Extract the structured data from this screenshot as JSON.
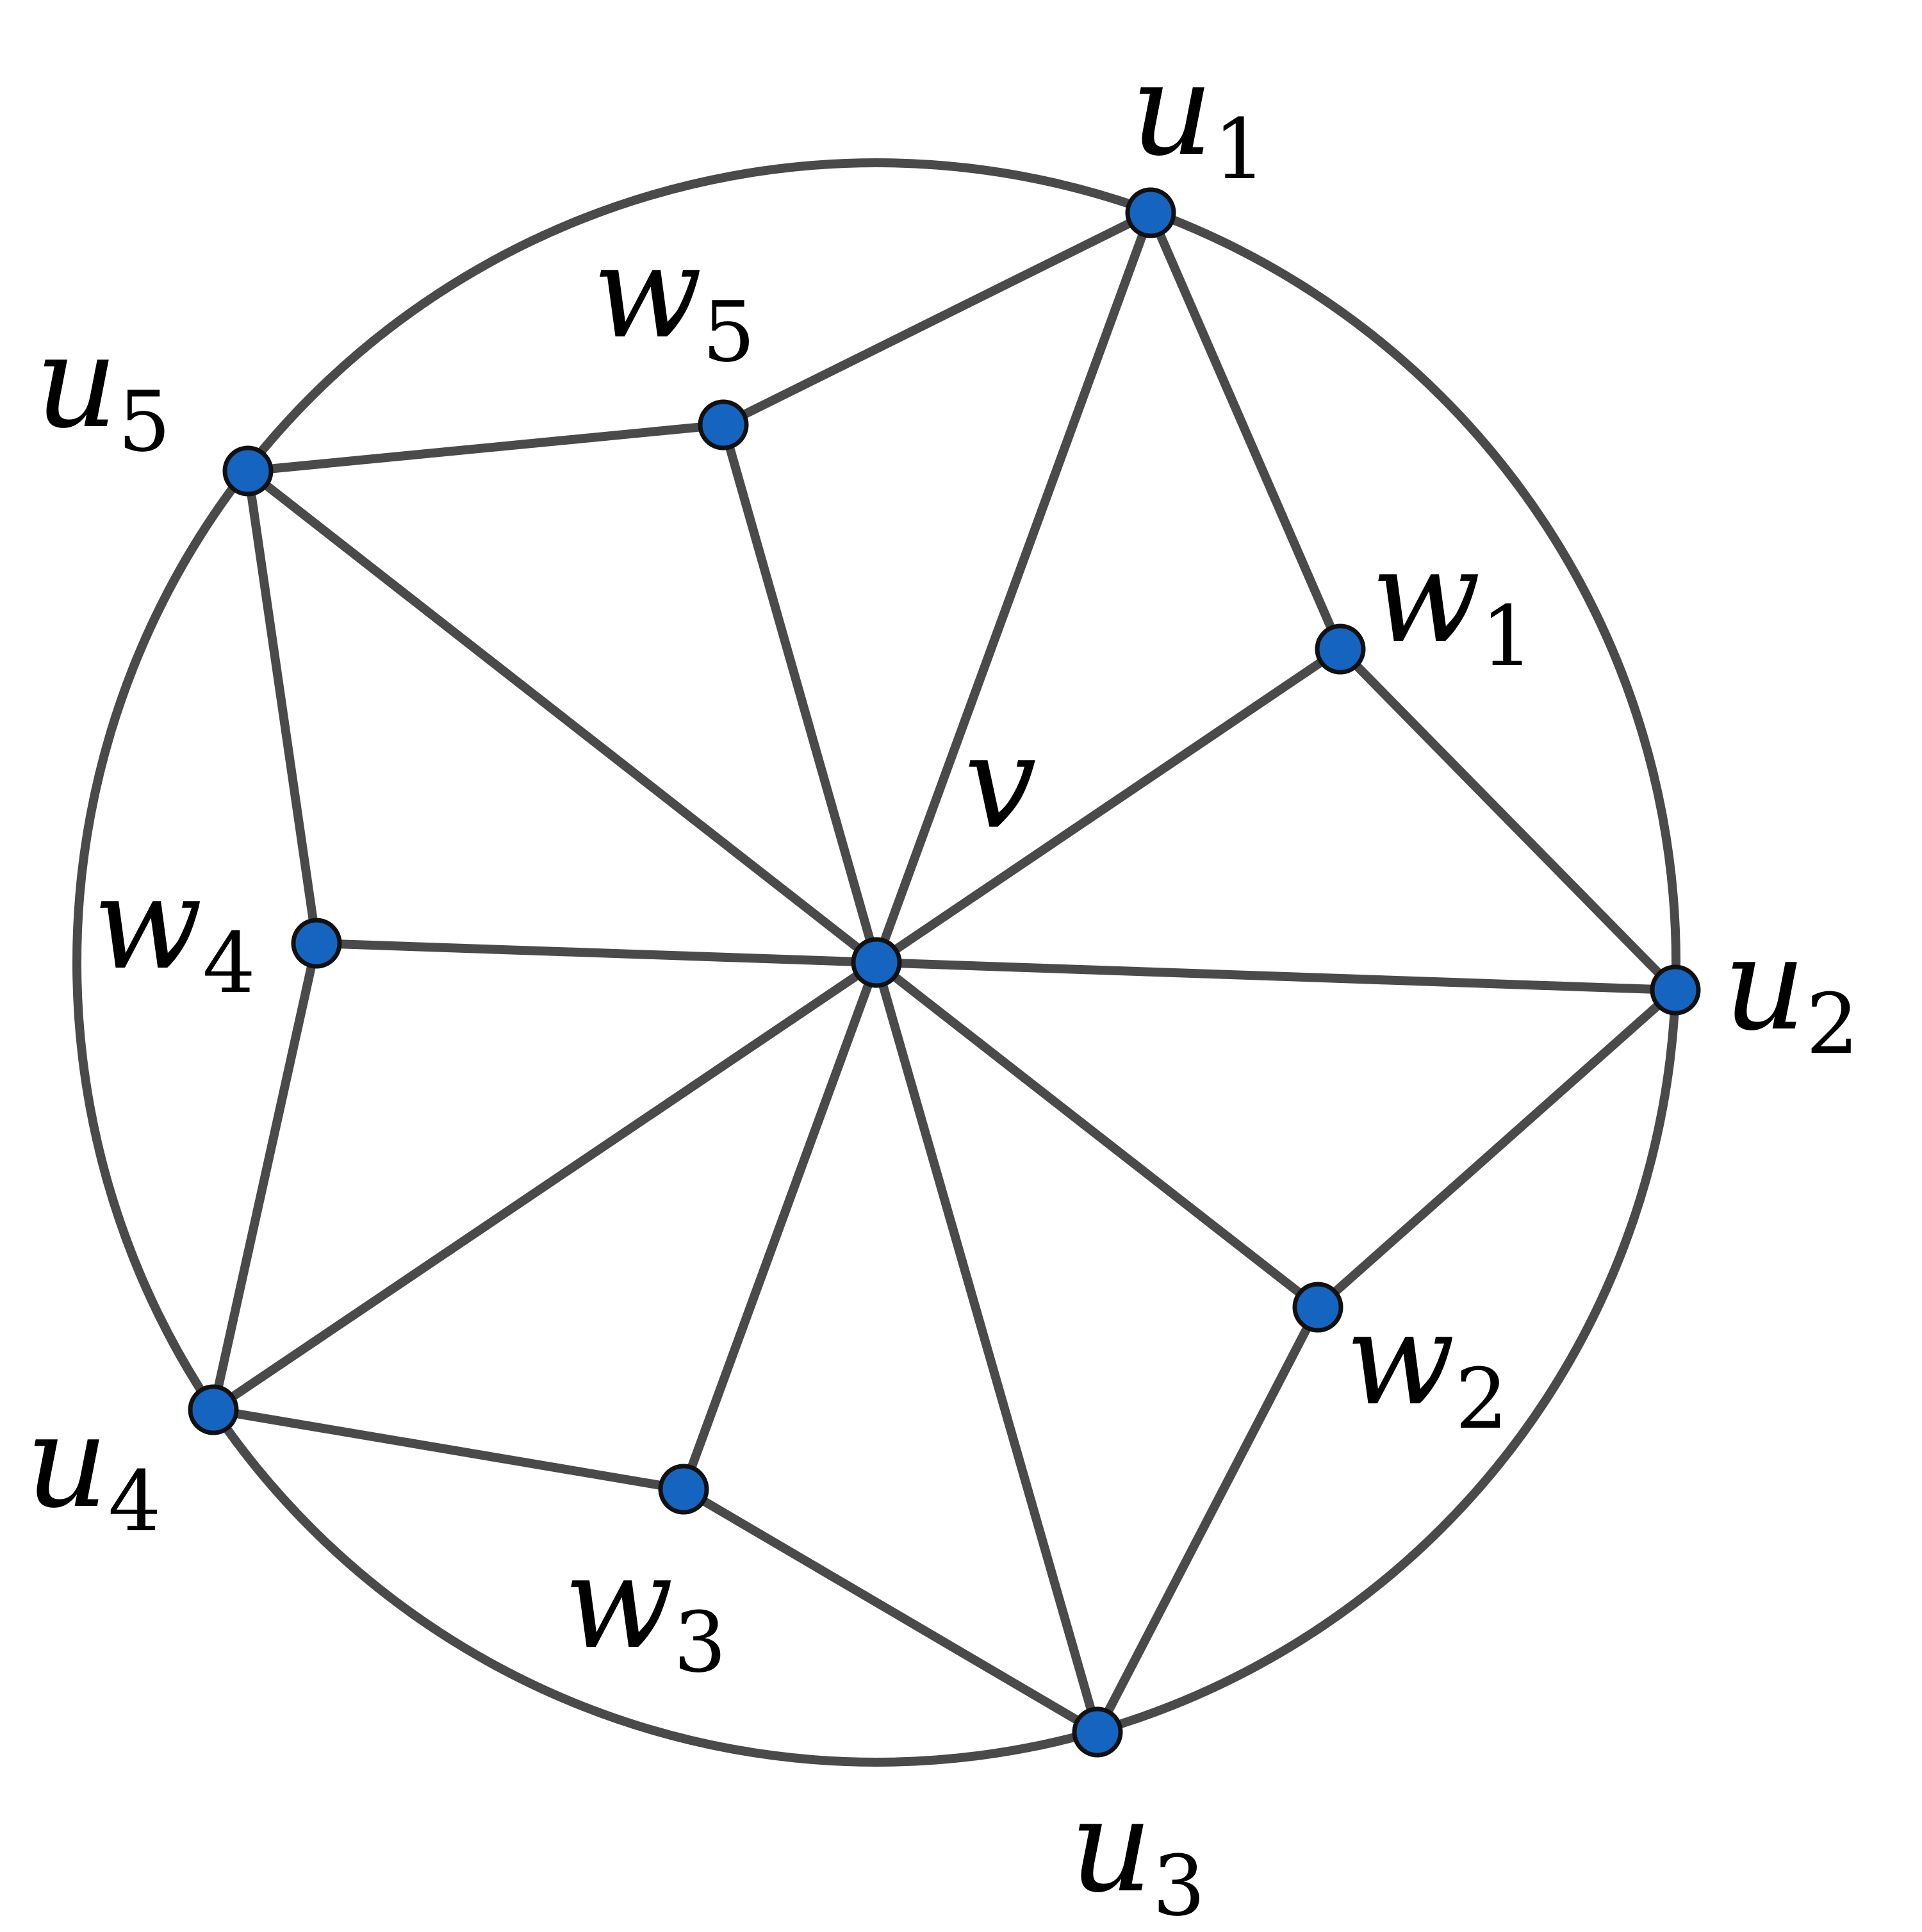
{
  "colors": {
    "node_fill": "#1565c0",
    "node_stroke": "#111111",
    "edge": "#4a4a4a",
    "background": "#ffffff"
  },
  "nodes": [
    {
      "id": "v",
      "label": "v",
      "sub": ""
    },
    {
      "id": "u1",
      "label": "u",
      "sub": "1"
    },
    {
      "id": "u2",
      "label": "u",
      "sub": "2"
    },
    {
      "id": "u3",
      "label": "u",
      "sub": "3"
    },
    {
      "id": "u4",
      "label": "u",
      "sub": "4"
    },
    {
      "id": "u5",
      "label": "u",
      "sub": "5"
    },
    {
      "id": "w1",
      "label": "w",
      "sub": "1"
    },
    {
      "id": "w2",
      "label": "w",
      "sub": "2"
    },
    {
      "id": "w3",
      "label": "w",
      "sub": "3"
    },
    {
      "id": "w4",
      "label": "w",
      "sub": "4"
    },
    {
      "id": "w5",
      "label": "w",
      "sub": "5"
    }
  ],
  "edges": [
    [
      "v",
      "u1"
    ],
    [
      "v",
      "u2"
    ],
    [
      "v",
      "u3"
    ],
    [
      "v",
      "u4"
    ],
    [
      "v",
      "u5"
    ],
    [
      "v",
      "w1"
    ],
    [
      "v",
      "w2"
    ],
    [
      "v",
      "w3"
    ],
    [
      "v",
      "w4"
    ],
    [
      "v",
      "w5"
    ],
    [
      "u1",
      "w1"
    ],
    [
      "w1",
      "u2"
    ],
    [
      "u2",
      "w2"
    ],
    [
      "w2",
      "u3"
    ],
    [
      "u3",
      "w3"
    ],
    [
      "w3",
      "u4"
    ],
    [
      "u4",
      "w4"
    ],
    [
      "w4",
      "u5"
    ],
    [
      "u5",
      "w5"
    ],
    [
      "w5",
      "u1"
    ]
  ]
}
